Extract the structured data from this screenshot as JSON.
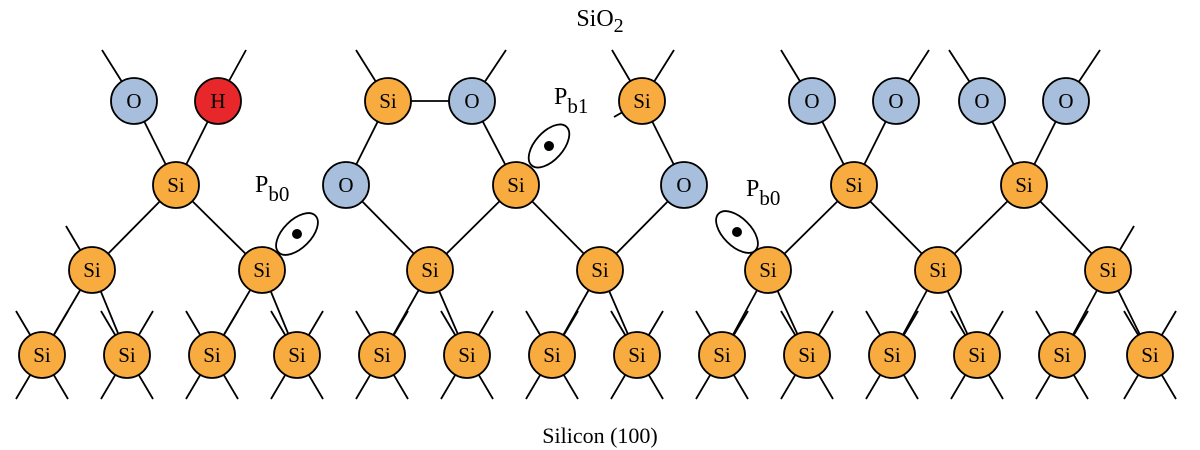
{
  "title": "SiO",
  "title_subscript": "2",
  "footer": "Silicon (100)",
  "defect_labels": [
    {
      "base": "P",
      "sub": "b0"
    },
    {
      "base": "P",
      "sub": "b1"
    },
    {
      "base": "P",
      "sub": "b0"
    }
  ],
  "element_symbols": {
    "si": "Si",
    "o": "O",
    "h": "H"
  },
  "colors": {
    "si": "#f8ac40",
    "o": "#a7bfdc",
    "h": "#e8272a",
    "bond": "#000000"
  }
}
